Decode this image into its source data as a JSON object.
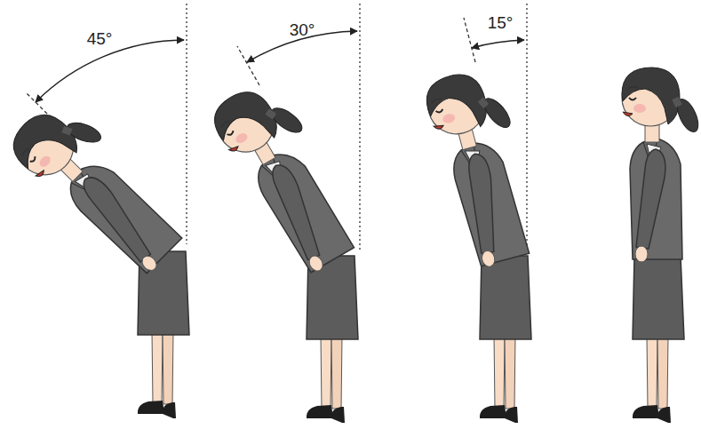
{
  "diagram": {
    "labels": [
      "45°",
      "30°",
      "15°"
    ]
  }
}
